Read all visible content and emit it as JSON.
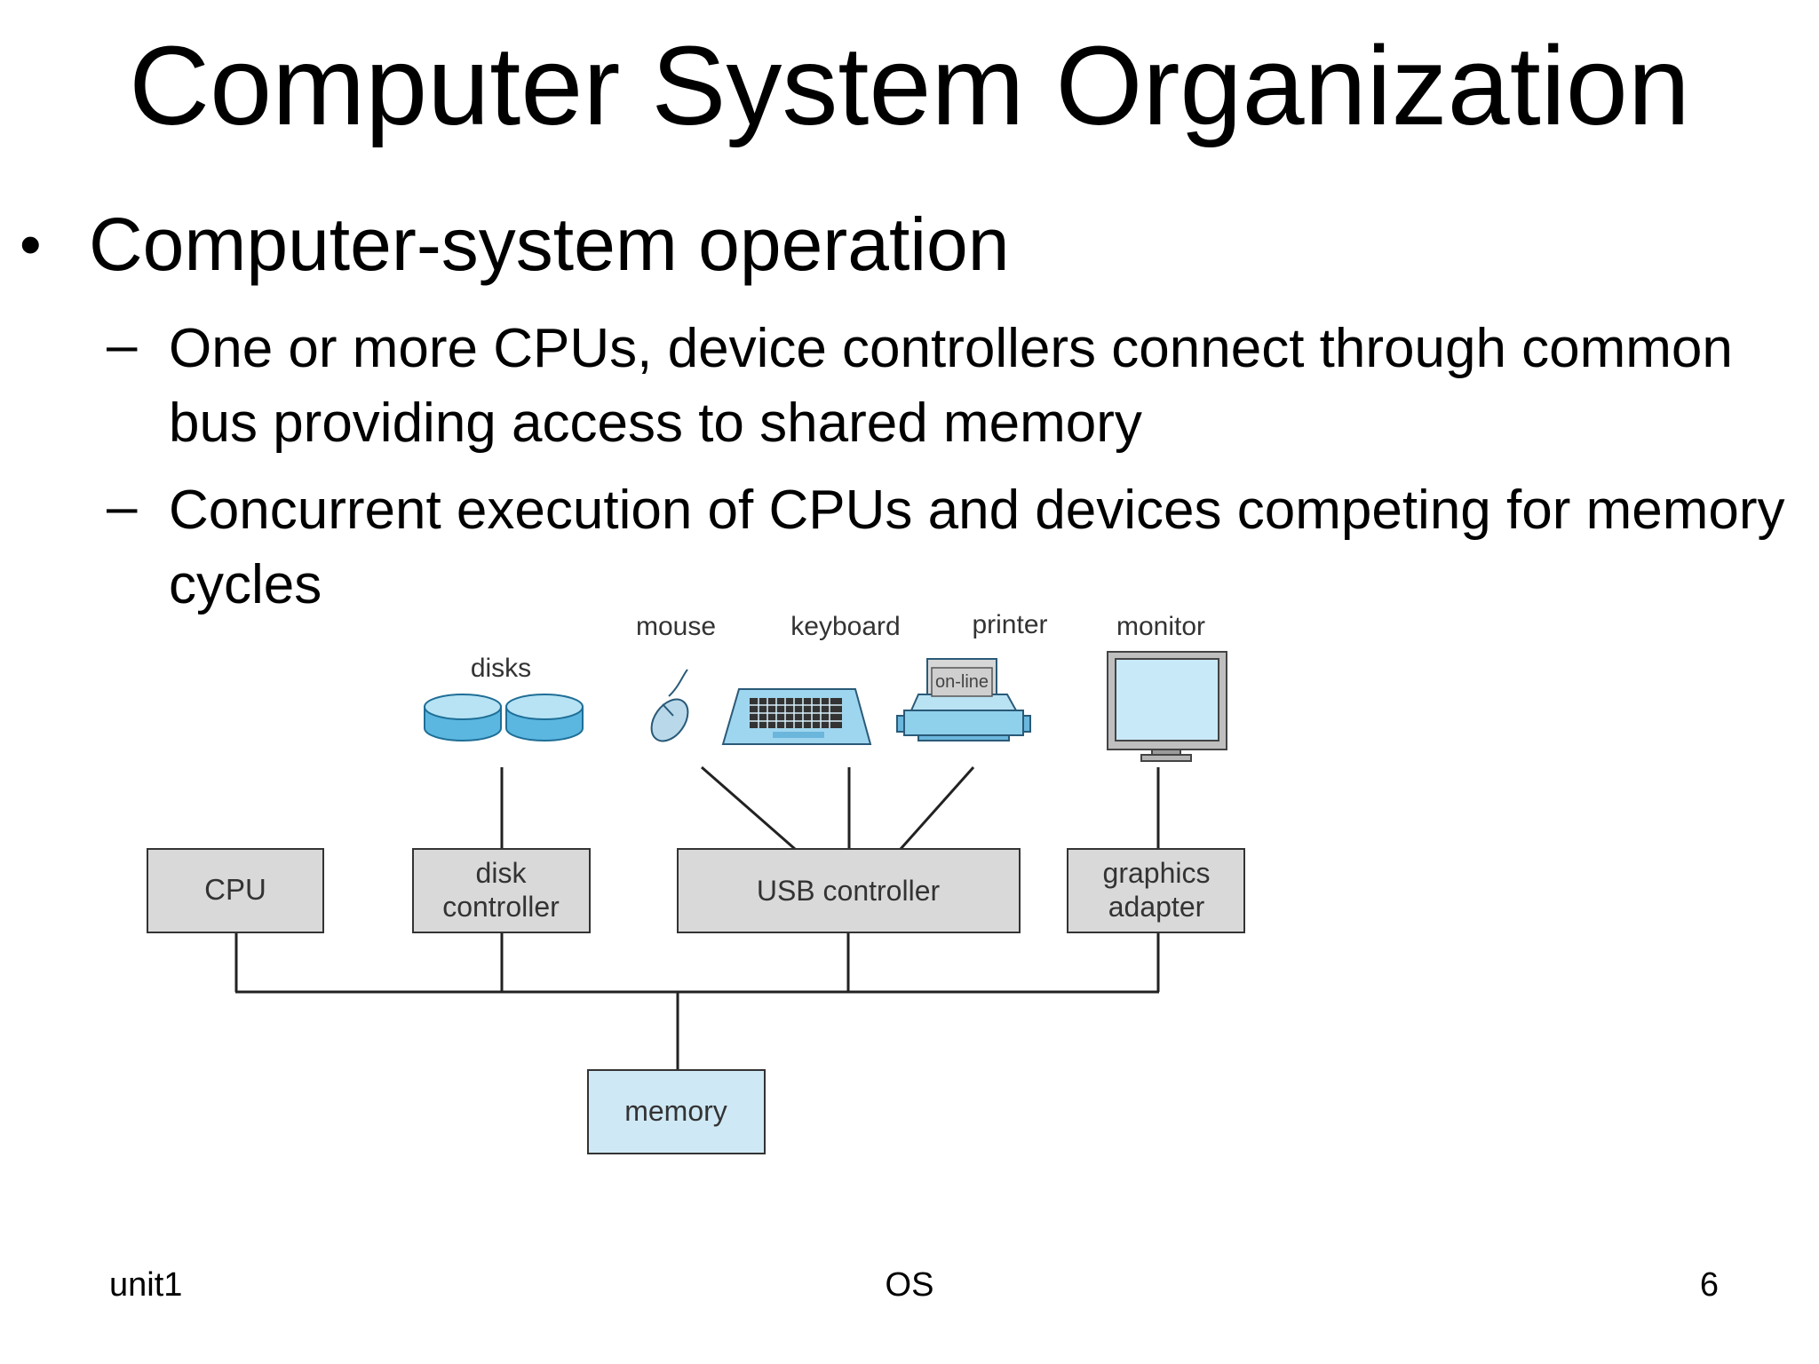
{
  "slide": {
    "title": "Computer System Organization",
    "bullet": "Computer-system operation",
    "sub_bullets": [
      "One or more CPUs, device controllers connect through common bus providing access to shared memory",
      "Concurrent execution of CPUs and devices competing for memory cycles"
    ]
  },
  "diagram": {
    "device_labels": {
      "disks": "disks",
      "mouse": "mouse",
      "keyboard": "keyboard",
      "printer": "printer",
      "printer_panel": "on-line",
      "monitor": "monitor"
    },
    "boxes": {
      "cpu": "CPU",
      "disk_controller_line1": "disk",
      "disk_controller_line2": "controller",
      "usb_controller": "USB controller",
      "graphics_adapter_line1": "graphics",
      "graphics_adapter_line2": "adapter",
      "memory": "memory"
    },
    "colors": {
      "controller_fill": "#d9d9d9",
      "memory_fill": "#cfe8f5",
      "device_blue": "#8fd0ea",
      "device_blue_dark": "#3d9ccd",
      "line": "#222222"
    }
  },
  "footer": {
    "left": "unit1",
    "center": "OS",
    "right": "6"
  }
}
